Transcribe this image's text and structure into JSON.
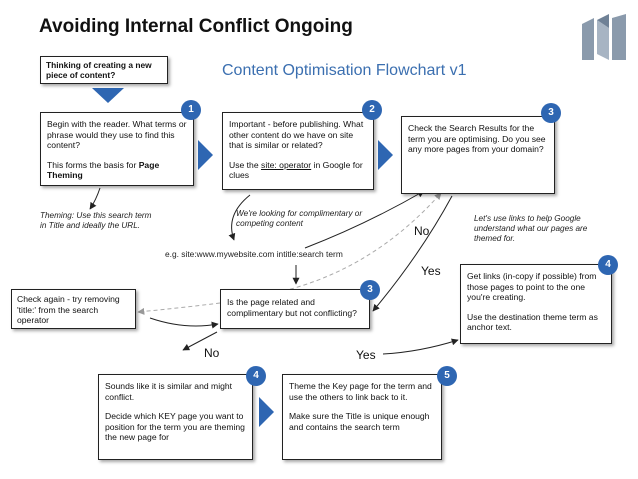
{
  "slide": {
    "title": "Avoiding Internal Conflict Ongoing"
  },
  "flowchart": {
    "title": "Content Optimisation Flowchart v1",
    "start": {
      "line1": "Thinking of creating a new",
      "line2": "piece of content?"
    },
    "step1": {
      "number": "1",
      "p1": "Begin with the reader. What terms or phrase would they use to find this content?",
      "p2_prefix": "This forms the basis for ",
      "p2_bold": "Page Theming"
    },
    "step2": {
      "number": "2",
      "p1": "Important - before publishing. What other content do we have on site that is similar or related?",
      "p2_prefix": "Use the ",
      "p2_link": "site: operator",
      "p2_suffix": " in Google for clues"
    },
    "step3_top": {
      "number": "3",
      "p1": "Check the Search Results for the term you are optimising. Do you see any more pages from your domain?"
    },
    "step3_mid": {
      "number": "3",
      "p1": "Is the page related and complimentary but not conflicting?"
    },
    "step4_left": {
      "number": "4",
      "p1": "Sounds like it is similar and might conflict.",
      "p2": "Decide which KEY page you want to position for the term you are theming the new page for"
    },
    "step5": {
      "number": "5",
      "p1": "Theme the Key page for the term and use the others to link back to it.",
      "p2": "Make sure the Title is unique enough and contains the search term"
    },
    "step4_right": {
      "number": "4",
      "p1": "Get links (in-copy if possible) from those pages to point to the one you're creating.",
      "p2": "Use the destination theme term as anchor text."
    },
    "check_again": {
      "text": "Check again - try removing 'title:' from the search operator"
    },
    "notes": {
      "theming": "Theming: Use this search term in Title and ideally the URL.",
      "looking": "We're looking for complimentary or competing content",
      "example": "e.g. site:www.mywebsite.com intitle:search term",
      "links": "Let's use links to help Google understand what our pages are themed for."
    },
    "labels": {
      "no_top": "No",
      "yes_top": "Yes",
      "no_bottom": "No",
      "yes_bottom": "Yes"
    }
  },
  "colors": {
    "accent_blue": "#2e66b2",
    "chart_title_blue": "#3b6fb0",
    "logo_gray": "#8a9aac"
  }
}
